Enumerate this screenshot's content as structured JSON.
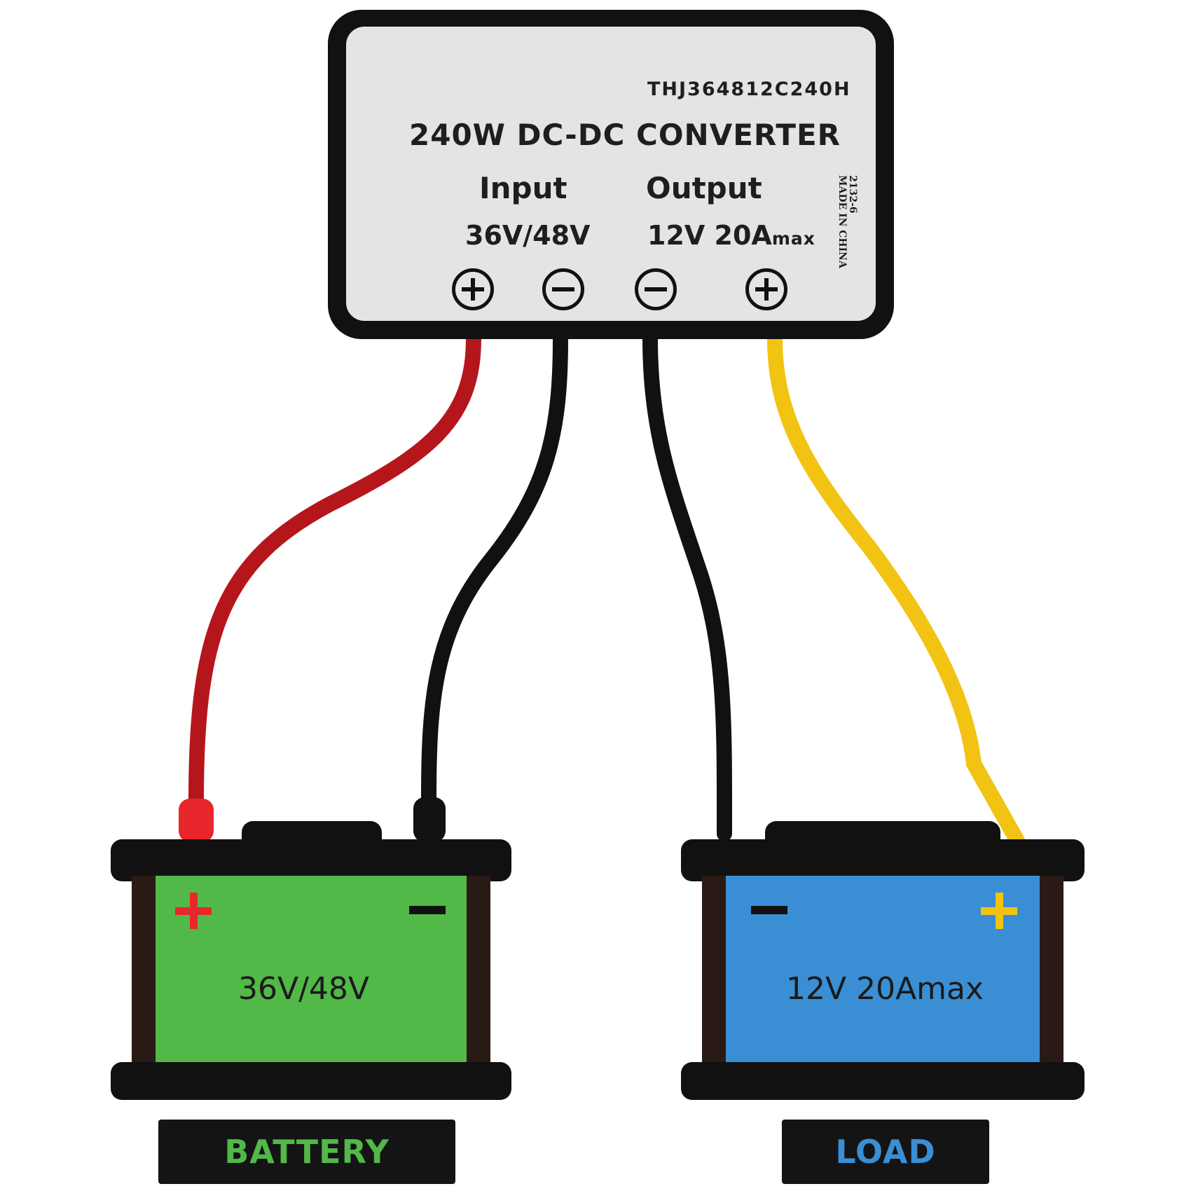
{
  "converter": {
    "model": "THJ364812C240H",
    "title": "240W DC-DC CONVERTER",
    "input_label": "Input",
    "input_voltage": "36V/48V",
    "output_label": "Output",
    "output_voltage_main": "12V 20A",
    "output_voltage_sub": "max",
    "side_code": "2132-6",
    "side_origin": "MADE IN CHINA",
    "terminals": [
      {
        "symbol": "plus-icon"
      },
      {
        "symbol": "minus-icon"
      },
      {
        "symbol": "minus-icon"
      },
      {
        "symbol": "plus-icon"
      }
    ]
  },
  "wires": {
    "input_positive_color": "#b5161b",
    "input_negative_color": "#111111",
    "output_negative_color": "#111111",
    "output_positive_color": "#f2c313"
  },
  "battery": {
    "voltage": "36V/48V",
    "fill_color": "#52b848",
    "plus_symbol_color": "#e8262b",
    "minus_symbol_color": "#111111",
    "caption": "BATTERY",
    "caption_color": "#52b848"
  },
  "load": {
    "voltage": "12V 20Amax",
    "fill_color": "#3a8fd4",
    "plus_symbol_color": "#f2c313",
    "minus_symbol_color": "#111111",
    "caption": "LOAD",
    "caption_color": "#3a8fd4"
  }
}
